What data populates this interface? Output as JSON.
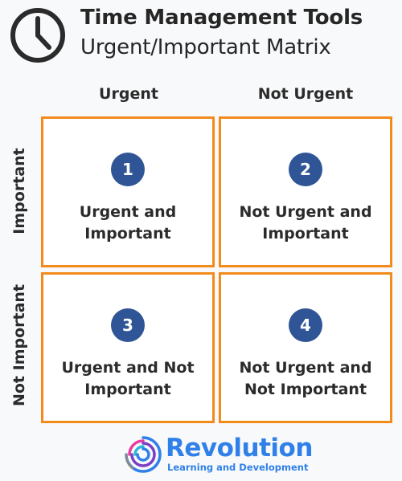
{
  "header": {
    "icon": "clock-icon",
    "title": "Time Management Tools",
    "subtitle": "Urgent/Important Matrix"
  },
  "columns": [
    "Urgent",
    "Not Urgent"
  ],
  "rows": [
    "Important",
    "Not Important"
  ],
  "quadrants": [
    {
      "number": "1",
      "label": "Urgent and\nImportant"
    },
    {
      "number": "2",
      "label": "Not Urgent and\nImportant"
    },
    {
      "number": "3",
      "label": "Urgent and Not\nImportant"
    },
    {
      "number": "4",
      "label": "Not Urgent and\nNot Important"
    }
  ],
  "footer": {
    "logo": "revolution-spiral-logo",
    "brand": "Revolution",
    "tagline": "Learning and Development"
  },
  "colors": {
    "border": "#f38a1c",
    "badge": "#2f5597",
    "brand": "#2f80e8",
    "text": "#2b2b2b"
  }
}
